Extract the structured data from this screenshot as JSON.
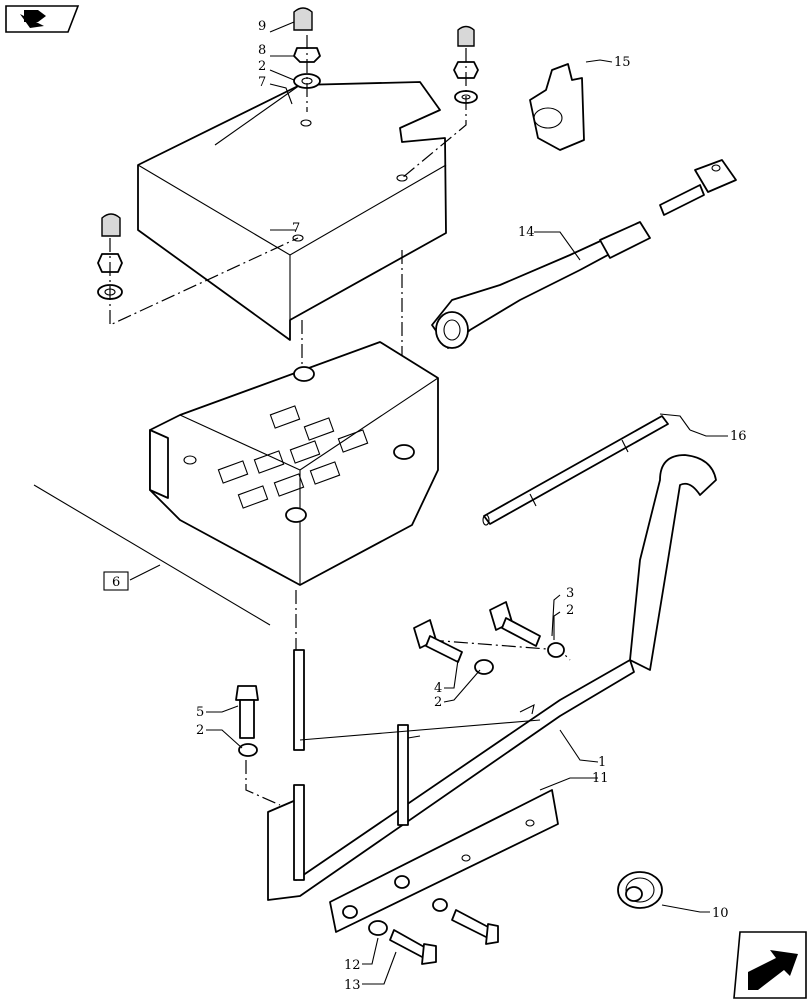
{
  "labels": {
    "p1": "1",
    "p2a": "2",
    "p2b": "2",
    "p2c": "2",
    "p2d": "2",
    "p3": "3",
    "p4": "4",
    "p5": "5",
    "p6": "6",
    "p7a": "7",
    "p7b": "7",
    "p8": "8",
    "p9": "9",
    "p10": "10",
    "p11": "11",
    "p12": "12",
    "p13": "13",
    "p14": "14",
    "p15": "15",
    "p16": "16"
  },
  "icons": {
    "top_left": "book-arrow-icon",
    "bottom_right": "next-page-arrow-icon"
  }
}
